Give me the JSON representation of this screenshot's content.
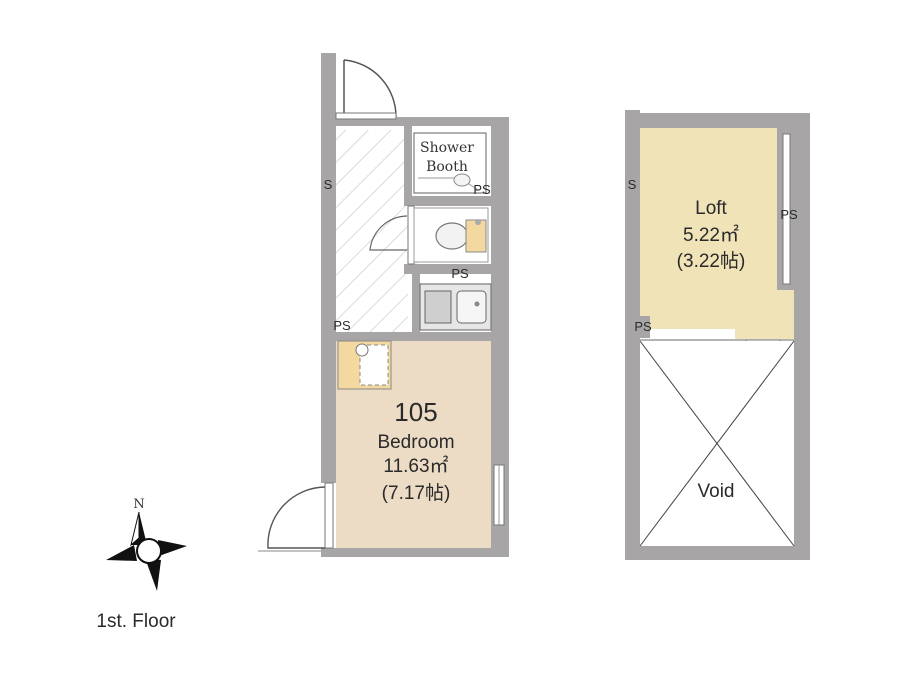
{
  "unit": {
    "number": "105",
    "room_name": "Bedroom",
    "room_area": "11.63㎡",
    "room_jo": "(7.17帖)",
    "shower_label_1": "Shower",
    "shower_label_2": "Booth",
    "ps_label": "PS",
    "s_label": "S"
  },
  "loft": {
    "name": "Loft",
    "area": "5.22㎡",
    "jo": "(3.22帖)",
    "void": "Void"
  },
  "compass": {
    "north": "N"
  },
  "floor_label": "1st. Floor",
  "colors": {
    "wall": "#a7a5a6",
    "bedroom_fill": "#ecdcc6",
    "loft_fill": "#f1e3b8",
    "fixture_fill": "#f3d9a0",
    "hatch": "#d2d2d2"
  }
}
